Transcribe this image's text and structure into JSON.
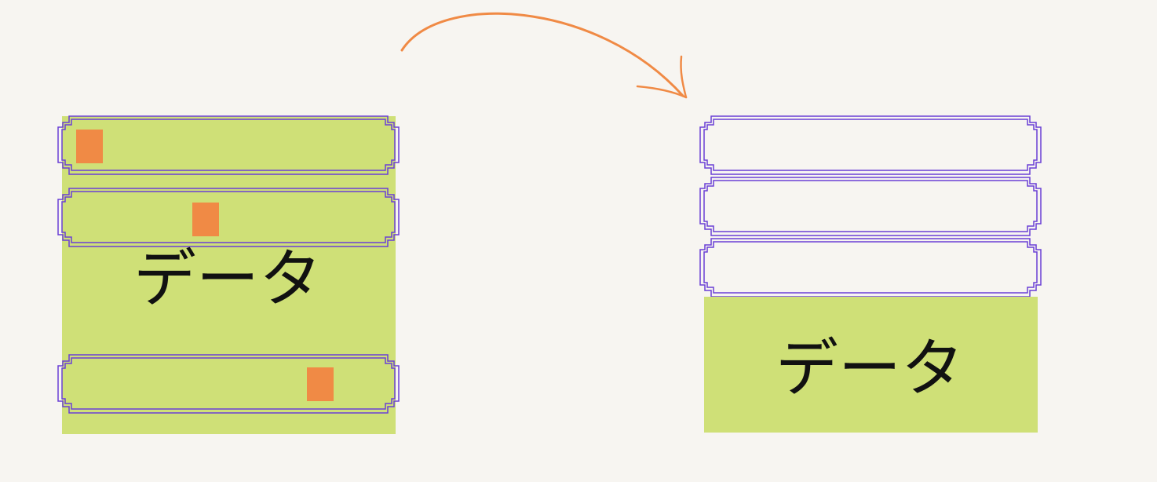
{
  "diagram": {
    "before": {
      "label": "データ",
      "slot_count": 3
    },
    "after": {
      "label": "データ",
      "slot_count": 3
    }
  },
  "colors": {
    "background": "#f7f5f1",
    "block": "#cfe077",
    "slot_outline": "#6a3fd6",
    "marker": "#f08a45",
    "arrow": "#f08a45",
    "text": "#111111"
  }
}
